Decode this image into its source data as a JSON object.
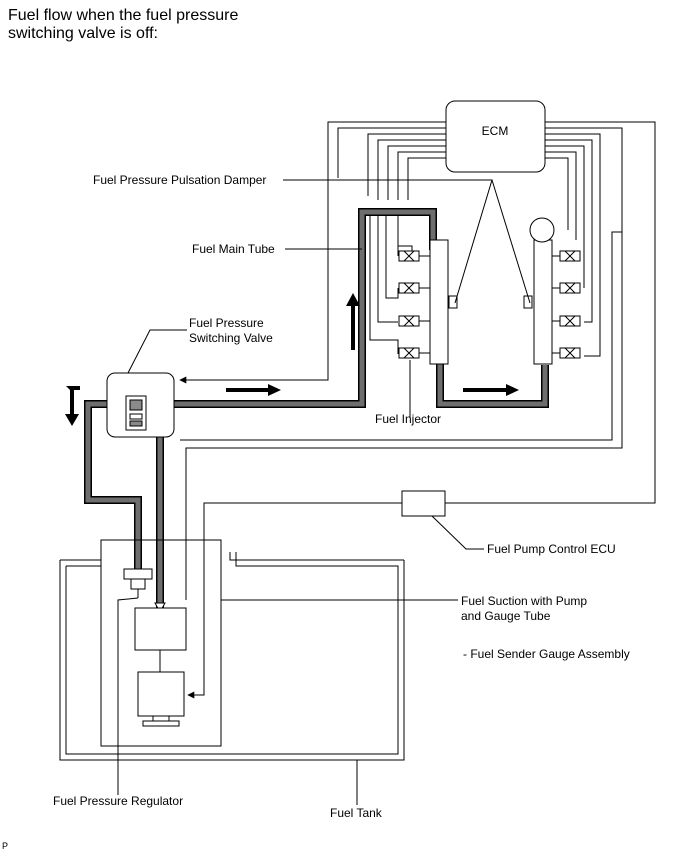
{
  "title_line1": "Fuel flow when the fuel pressure",
  "title_line2": "switching valve is off:",
  "labels": {
    "ecm": "ECM",
    "damper": "Fuel Pressure Pulsation Damper",
    "main_tube": "Fuel Main Tube",
    "switch_valve_1": "Fuel Pressure",
    "switch_valve_2": "Switching Valve",
    "injector": "Fuel Injector",
    "pump_ecu": "Fuel Pump Control ECU",
    "suction_1": "Fuel Suction with Pump",
    "suction_2": "and Gauge Tube",
    "sender": "- Fuel Sender Gauge Assembly",
    "regulator": "Fuel Pressure Regulator",
    "tank": "Fuel Tank",
    "corner": "P"
  },
  "colors": {
    "line": "#000000",
    "fuel_flow": "#6e6e6e",
    "background": "#ffffff"
  },
  "icons": {
    "flow_arrow": "arrow-icon",
    "injector": "injector-icon",
    "damper": "damper-icon",
    "check_valve": "check-valve-icon"
  }
}
